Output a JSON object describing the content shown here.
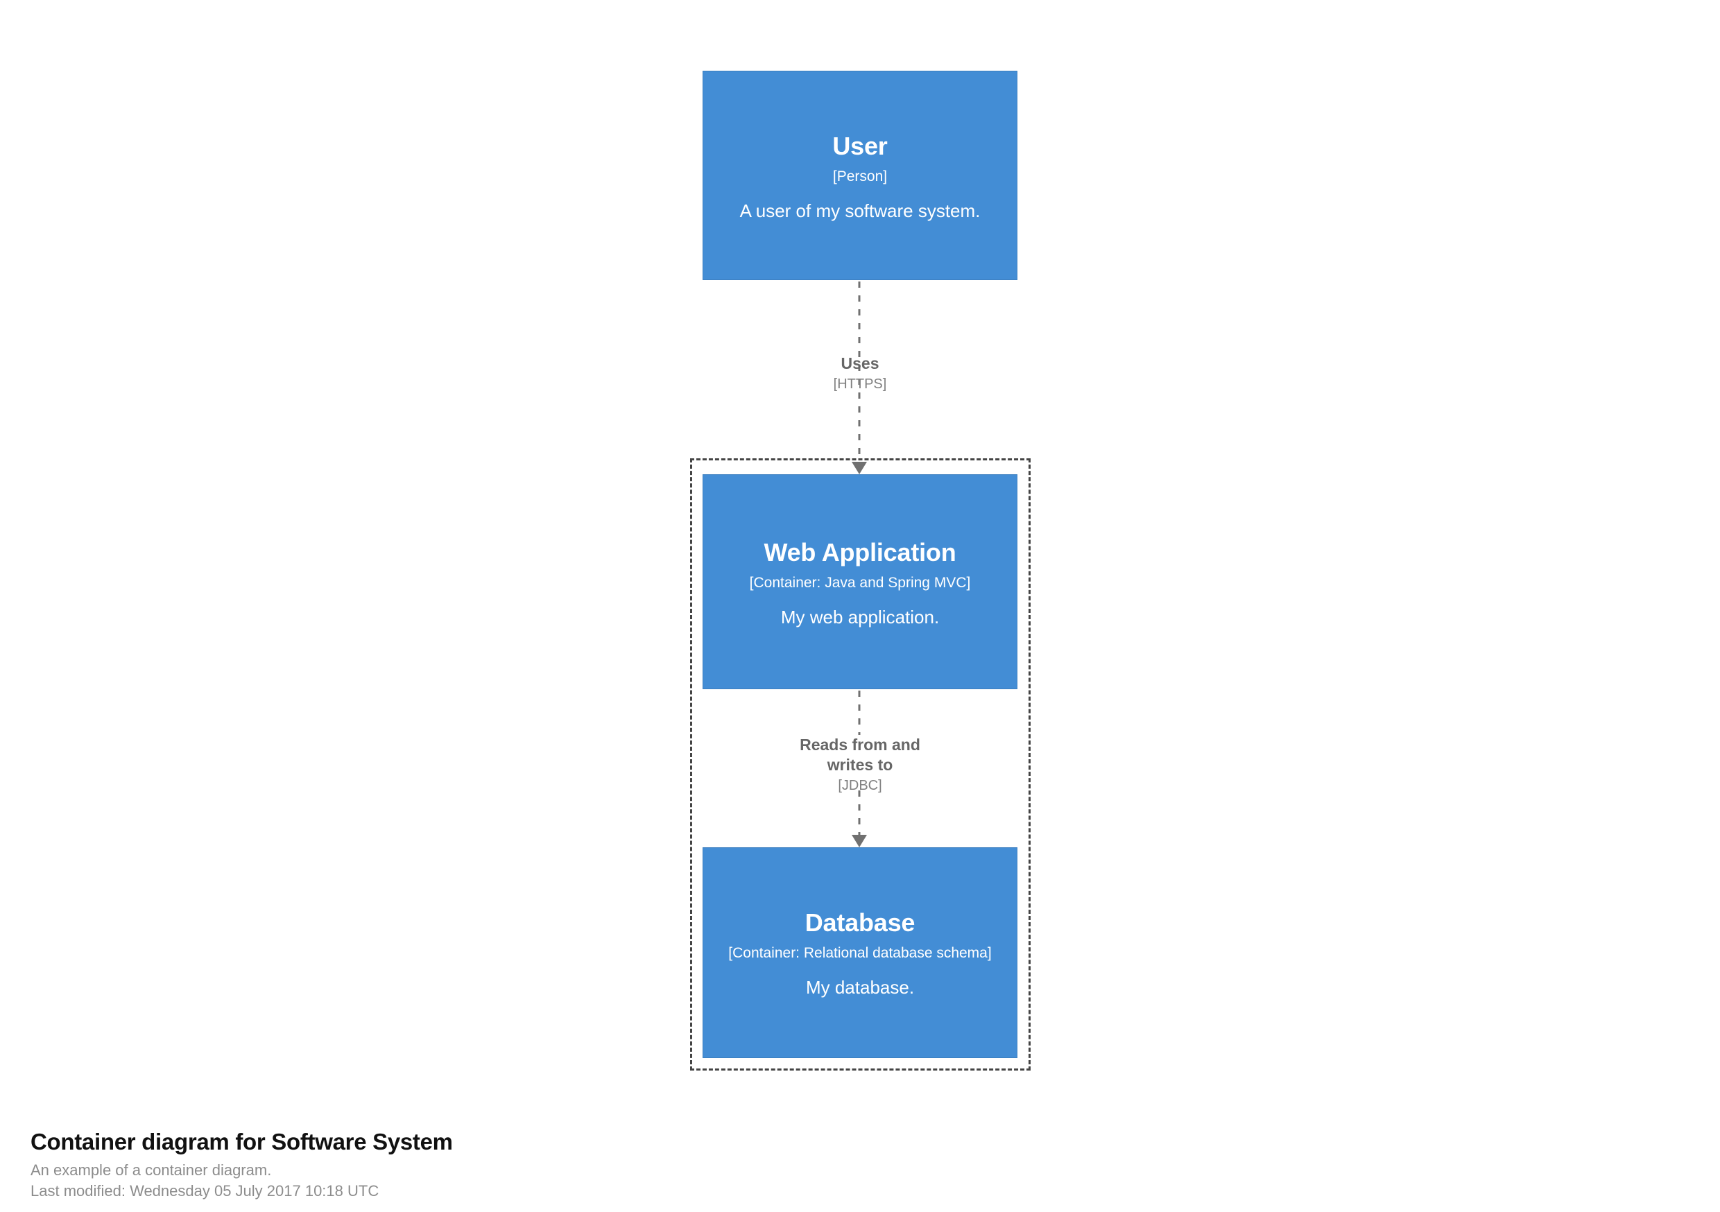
{
  "diagram": {
    "type": "c4-container-diagram",
    "background_color": "#ffffff",
    "element_color": "#438dd5",
    "element_text_color": "#ffffff",
    "relationship_color": "#666666",
    "boundary_color": "#444444"
  },
  "boundary": {
    "name": "Software System",
    "style": "dashed"
  },
  "nodes": [
    {
      "id": "user",
      "name": "User",
      "technology": "[Person]",
      "description": "A user of my software system."
    },
    {
      "id": "webapp",
      "name": "Web Application",
      "technology": "[Container: Java and Spring MVC]",
      "description": "My web application."
    },
    {
      "id": "database",
      "name": "Database",
      "technology": "[Container: Relational database schema]",
      "description": "My database."
    }
  ],
  "relationships": [
    {
      "id": "uses",
      "source": "user",
      "target": "webapp",
      "description": "Uses",
      "technology": "[HTTPS]"
    },
    {
      "id": "reads-writes",
      "source": "webapp",
      "target": "database",
      "description": "Reads from and writes to",
      "technology": "[JDBC]"
    }
  ],
  "caption": {
    "title": "Container diagram for Software System",
    "description": "An example of a container diagram.",
    "last_modified": "Last modified: Wednesday 05 July 2017 10:18 UTC"
  }
}
